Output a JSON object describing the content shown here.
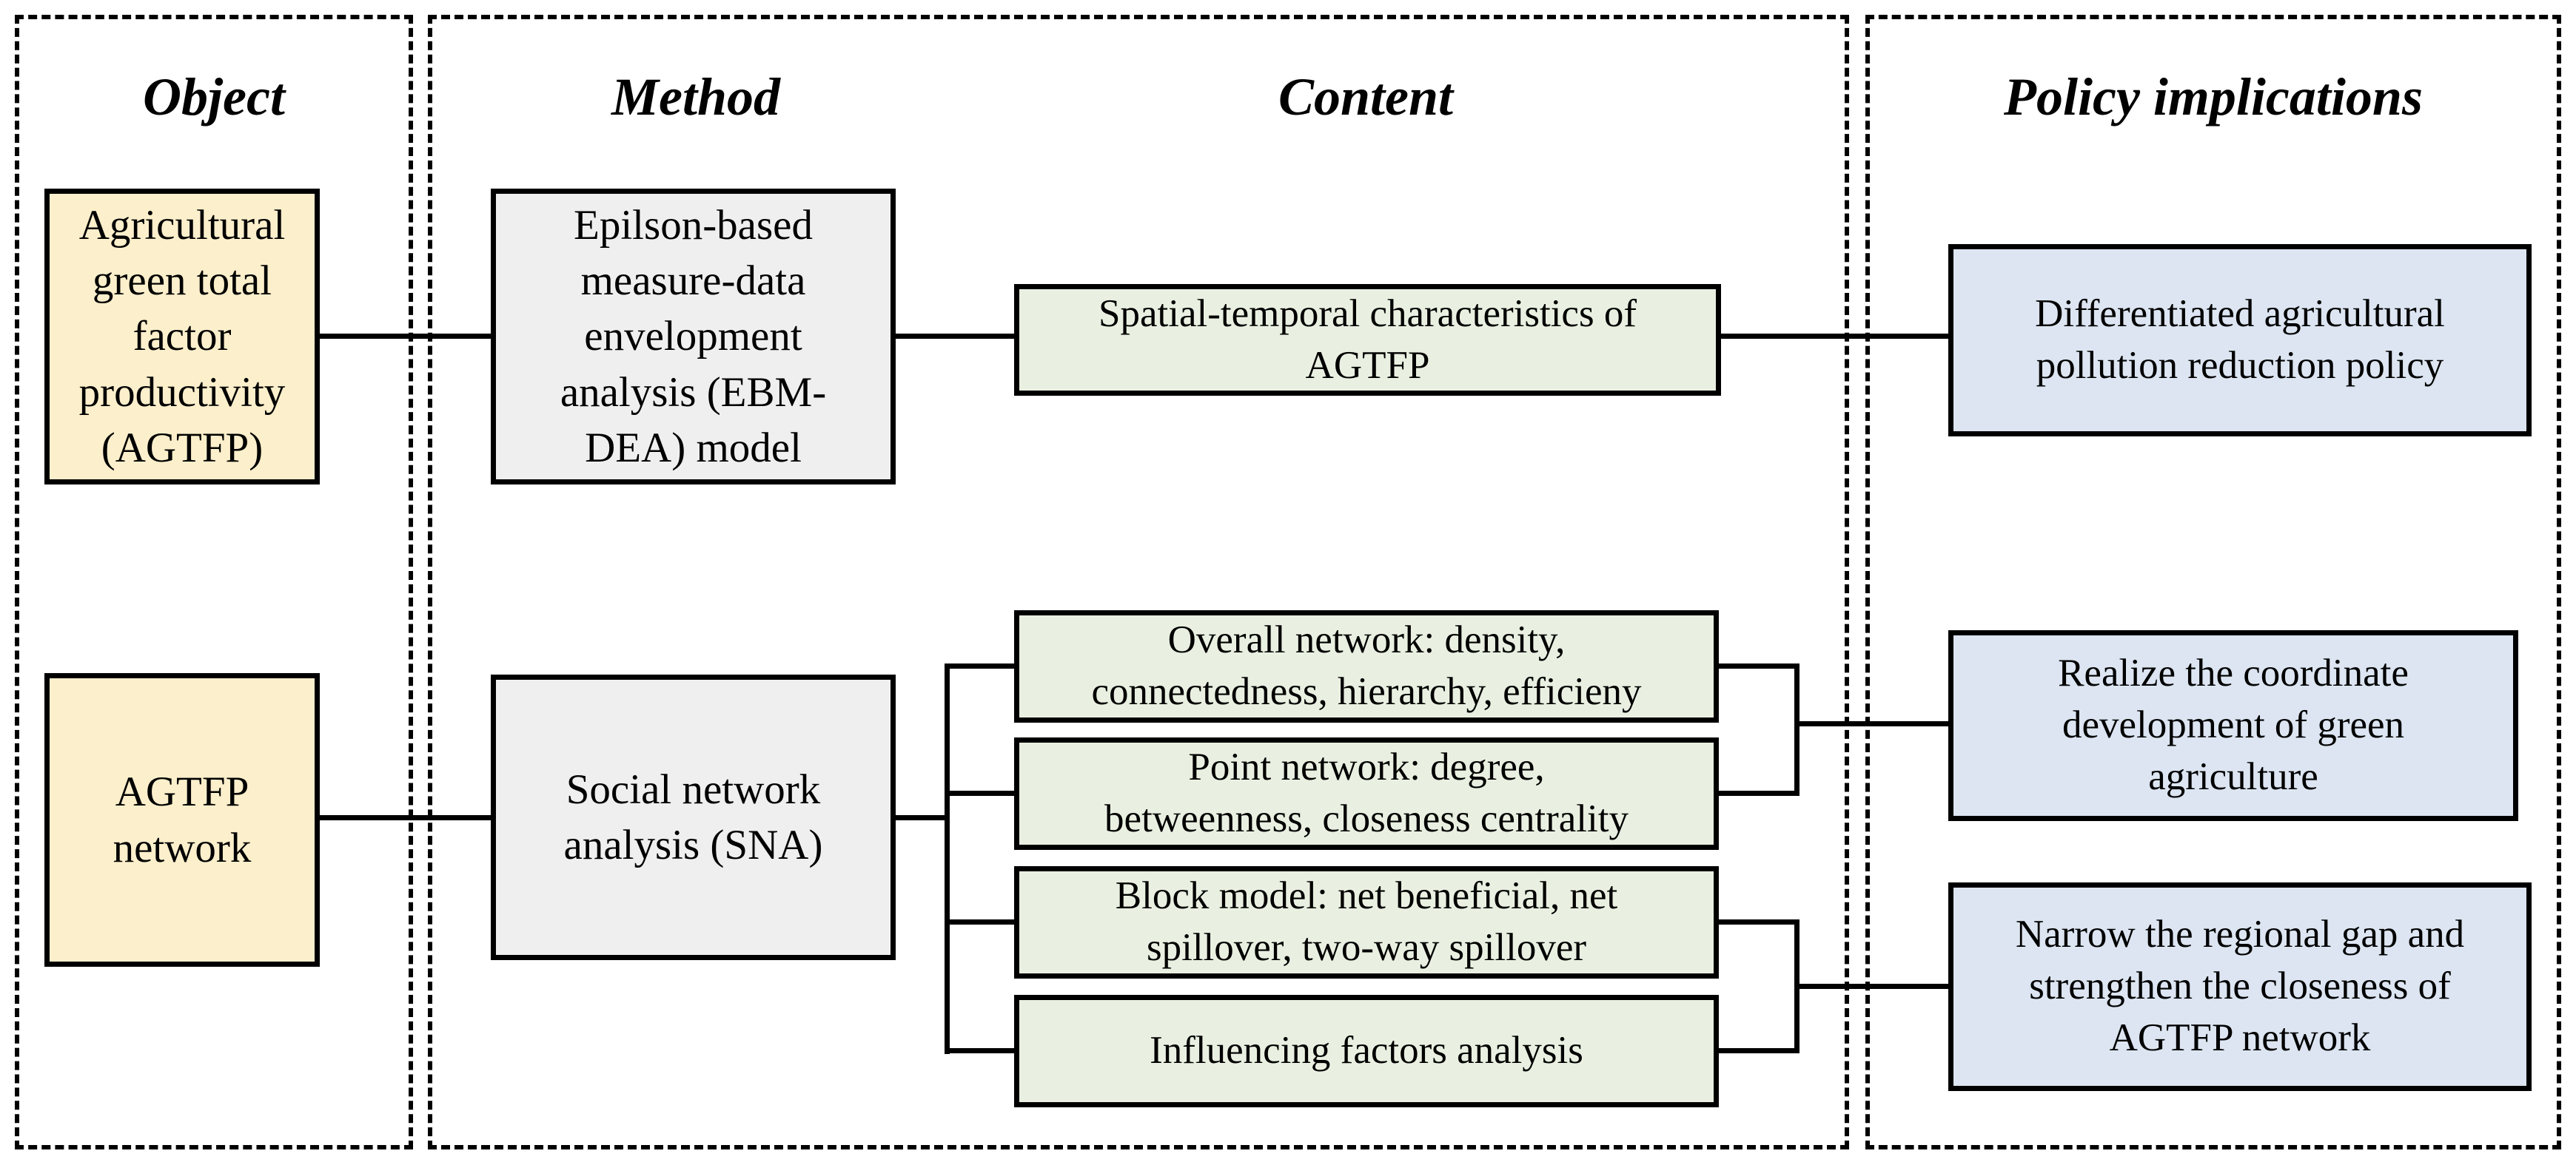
{
  "columns": {
    "object": {
      "header": "Object",
      "boxes": [
        {
          "label": "Agricultural\ngreen total\nfactor\nproductivity\n(AGTFP)"
        },
        {
          "label": "AGTFP\nnetwork"
        }
      ]
    },
    "method": {
      "header": "Method",
      "boxes": [
        {
          "label": "Epilson-based\nmeasure-data\nenvelopment\nanalysis (EBM-\nDEA) model"
        },
        {
          "label": "Social network\nanalysis (SNA)"
        }
      ]
    },
    "content": {
      "header": "Content",
      "boxes": [
        {
          "label": "Spatial-temporal characteristics of\nAGTFP"
        },
        {
          "label": "Overall network: density,\nconnectedness, hierarchy, efficieny"
        },
        {
          "label": "Point network: degree,\nbetweenness, closeness centrality"
        },
        {
          "label": "Block model: net beneficial, net\nspillover, two-way spillover"
        },
        {
          "label": "Influencing factors analysis"
        }
      ]
    },
    "policy": {
      "header": "Policy implications",
      "boxes": [
        {
          "label": "Differentiated agricultural\npollution reduction policy"
        },
        {
          "label": "Realize the coordinate\ndevelopment of green\nagriculture"
        },
        {
          "label": "Narrow the regional gap and\nstrengthen the closeness of\nAGTFP network"
        }
      ]
    }
  },
  "colors": {
    "object_fill": "#fcefcb",
    "method_fill": "#efefef",
    "content_fill": "#e9f0e1",
    "policy_fill": "#dce5f1",
    "line_color": "#000000"
  }
}
